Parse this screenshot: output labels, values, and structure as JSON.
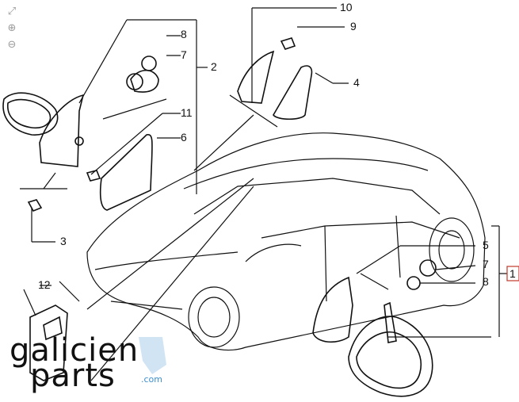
{
  "toolbar": {
    "tools": [
      {
        "name": "fit-screen-icon",
        "glyph": "⤢"
      },
      {
        "name": "zoom-in-icon",
        "glyph": "⊕"
      },
      {
        "name": "zoom-out-icon",
        "glyph": "⊖"
      }
    ]
  },
  "callouts": {
    "n1": "1",
    "n2": "2",
    "n3": "3",
    "n4": "4",
    "n5": "5",
    "n6": "6",
    "n7a": "7",
    "n7b": "7",
    "n8a": "8",
    "n8b": "8",
    "n9": "9",
    "n10": "10",
    "n11": "11",
    "n12": "12"
  },
  "watermark": {
    "line1": "galicien",
    "line2": "parts",
    "suffix": ".com"
  },
  "colors": {
    "line": "#111111",
    "accent": "#3b8fd0",
    "box": "#c0392b"
  }
}
